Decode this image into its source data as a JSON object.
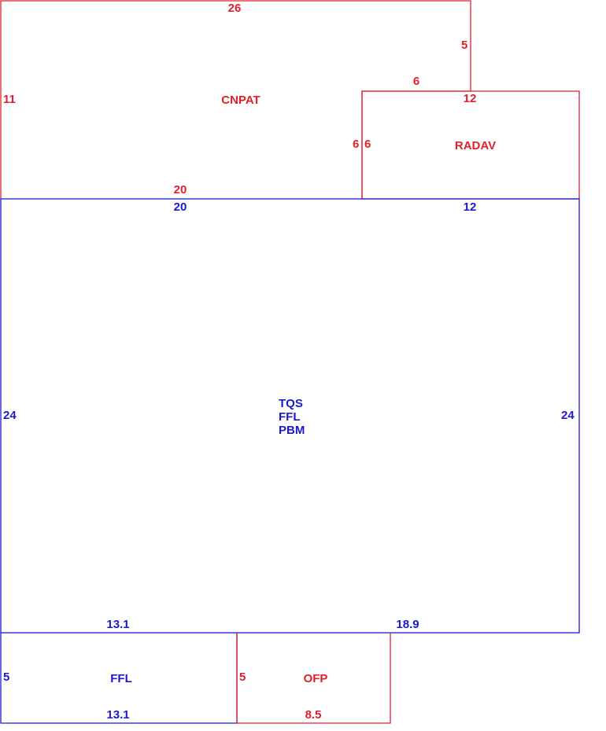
{
  "colors": {
    "red": "#e0202a",
    "blue": "#1a1acc"
  },
  "cnpat": {
    "label": "CNPAT",
    "top": "26",
    "left": "11",
    "right_step": "5",
    "step_top": "6",
    "bottom": "20",
    "inner_side": "6"
  },
  "radav": {
    "label": "RADAV",
    "top": "12",
    "left": "6"
  },
  "main": {
    "labels": [
      "TQS",
      "FFL",
      "PBM"
    ],
    "top_left": "20",
    "top_right": "12",
    "left": "24",
    "right": "24",
    "bottom_left": "13.1",
    "bottom_right": "18.9"
  },
  "ffl": {
    "label": "FFL",
    "left": "5",
    "bottom": "13.1"
  },
  "ofp": {
    "label": "OFP",
    "left": "5",
    "bottom": "8.5"
  }
}
